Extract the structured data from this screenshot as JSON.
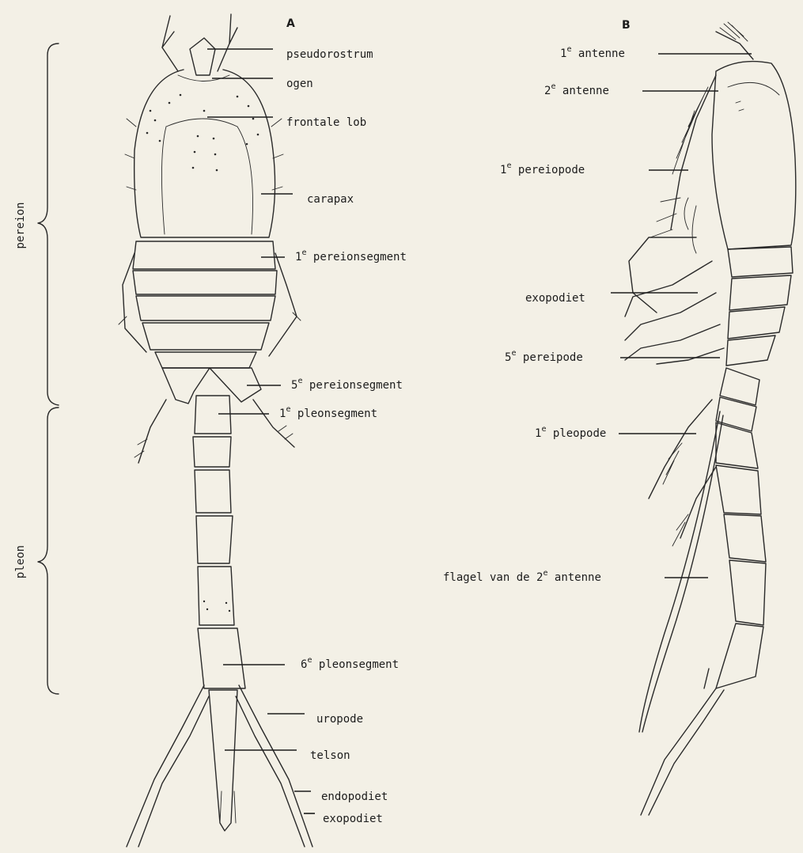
{
  "panels": {
    "a": "A",
    "b": "B"
  },
  "side_labels": {
    "pereion": "pereion",
    "pleon": "pleon"
  },
  "labels_a": [
    {
      "pre": "",
      "sup": "",
      "post": "pseudorostrum"
    },
    {
      "pre": "",
      "sup": "",
      "post": "ogen"
    },
    {
      "pre": "",
      "sup": "",
      "post": "frontale lob"
    },
    {
      "pre": "",
      "sup": "",
      "post": "carapax"
    },
    {
      "pre": "1",
      "sup": "e",
      "post": " pereionsegment"
    },
    {
      "pre": "5",
      "sup": "e",
      "post": " pereionsegment"
    },
    {
      "pre": "1",
      "sup": "e",
      "post": " pleonsegment"
    },
    {
      "pre": "6",
      "sup": "e",
      "post": " pleonsegment"
    },
    {
      "pre": "",
      "sup": "",
      "post": "uropode"
    },
    {
      "pre": "",
      "sup": "",
      "post": "telson"
    },
    {
      "pre": "",
      "sup": "",
      "post": "endopodiet"
    },
    {
      "pre": "",
      "sup": "",
      "post": "exopodiet"
    }
  ],
  "labels_b": [
    {
      "pre": "1",
      "sup": "e",
      "post": " antenne"
    },
    {
      "pre": "2",
      "sup": "e",
      "post": " antenne"
    },
    {
      "pre": "1",
      "sup": "e",
      "post": " pereiopode"
    },
    {
      "pre": "",
      "sup": "",
      "post": "exopodiet"
    },
    {
      "pre": "5",
      "sup": "e",
      "post": " pereipode"
    },
    {
      "pre": "1",
      "sup": "e",
      "post": " pleopode"
    },
    {
      "pre": "flagel van de 2",
      "sup": "e",
      "post": " antenne"
    }
  ]
}
